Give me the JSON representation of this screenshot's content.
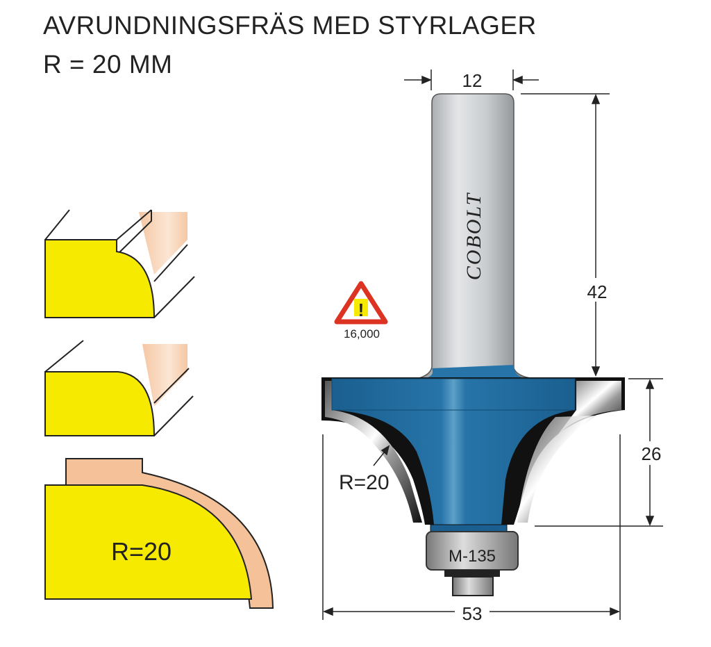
{
  "title": {
    "line1": "AVRUNDNINGSFRÄS MED STYRLAGER",
    "line2": "R = 20 MM"
  },
  "brand": "COBOLT",
  "warning": {
    "icon": "warning-triangle-icon",
    "symbol": "!",
    "max_rpm": "16,000"
  },
  "dimensions": {
    "shank_diameter": "12",
    "shank_length": "42",
    "cutting_height": "26",
    "diameter": "53",
    "radius": "R=20"
  },
  "bearing": {
    "label": "M-135"
  },
  "profile": {
    "radius_label": "R=20"
  },
  "colors": {
    "body_blue": "#1f6a9e",
    "profile_yellow": "#f5ea00",
    "wood": "#f4c199"
  }
}
